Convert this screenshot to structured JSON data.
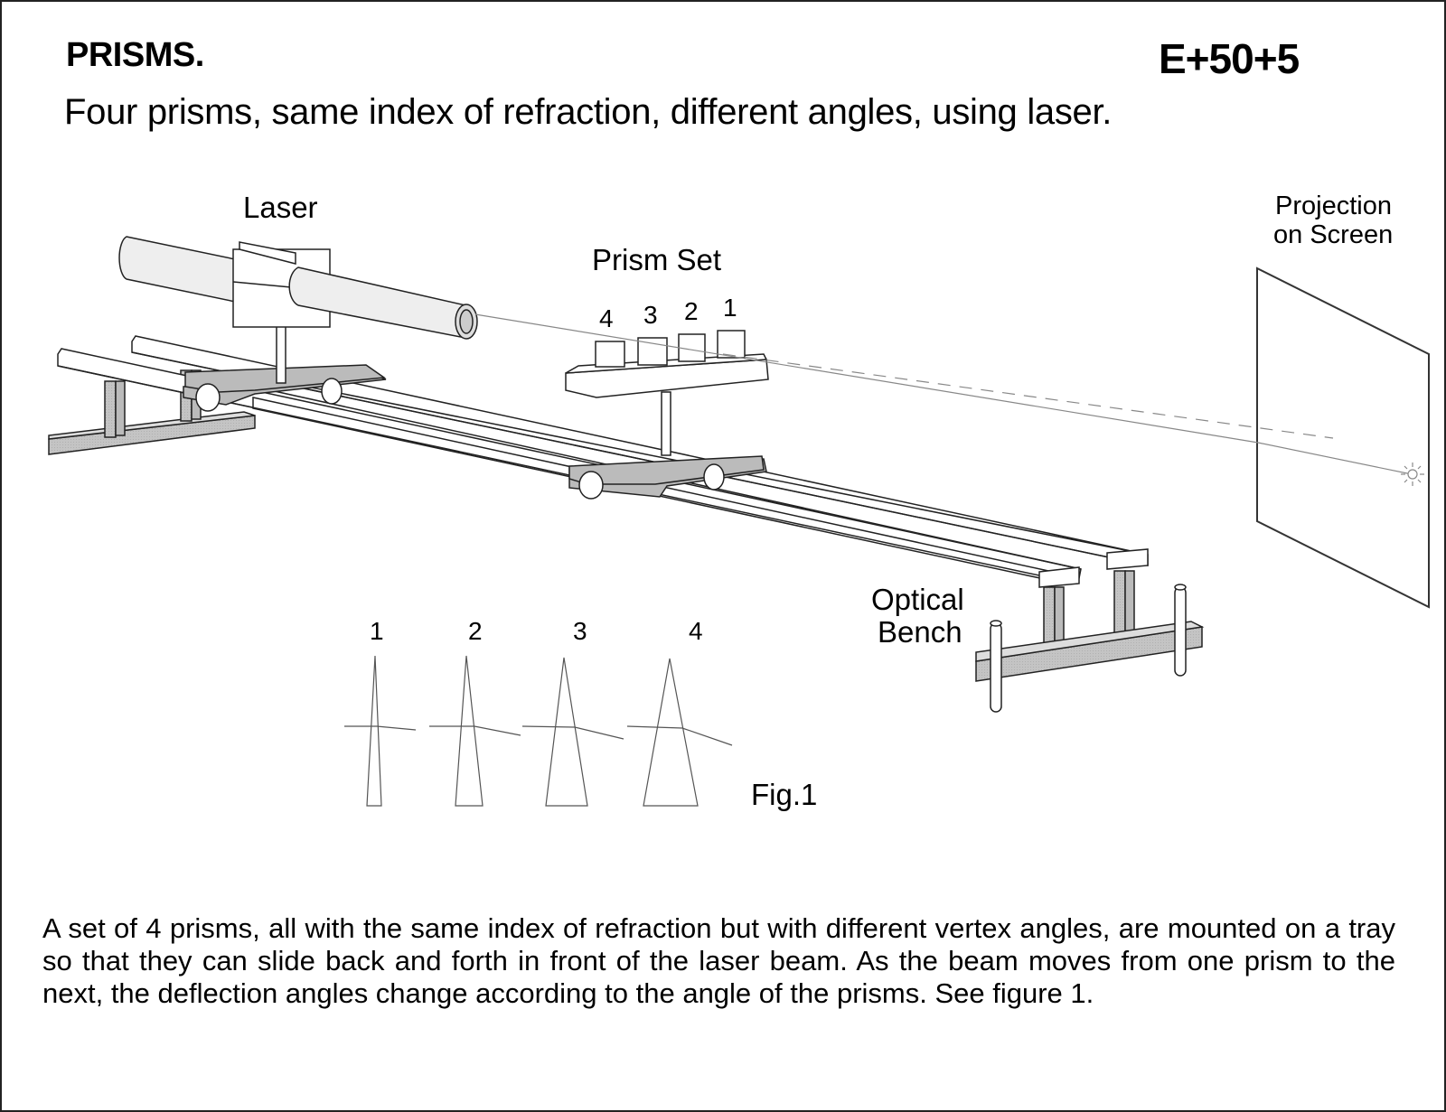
{
  "header": {
    "title": "PRISMS.",
    "code": "E+50+5",
    "subtitle": "Four prisms, same index of refraction, different angles, using laser."
  },
  "diagram": {
    "labels": {
      "laser": "Laser",
      "prism_set": "Prism Set",
      "projection_line1": "Projection",
      "projection_line2": "on Screen",
      "optical_line1": "Optical",
      "optical_line2": "Bench"
    },
    "tray_prism_numbers": [
      "4",
      "3",
      "2",
      "1"
    ],
    "figure": {
      "caption": "Fig.1",
      "prism_numbers": [
        "1",
        "2",
        "3",
        "4"
      ]
    },
    "colors": {
      "line": "#222222",
      "shade": "#c8c8c8",
      "laser_body": "#eeeeee",
      "beam": "#888888"
    }
  },
  "description": "A set of 4 prisms, all with the same index of refraction but with different vertex angles, are mounted on a tray so that they can slide back and forth in front of the laser beam. As the beam moves from one prism to the next, the deflection angles change according to the angle of the prisms. See figure 1."
}
